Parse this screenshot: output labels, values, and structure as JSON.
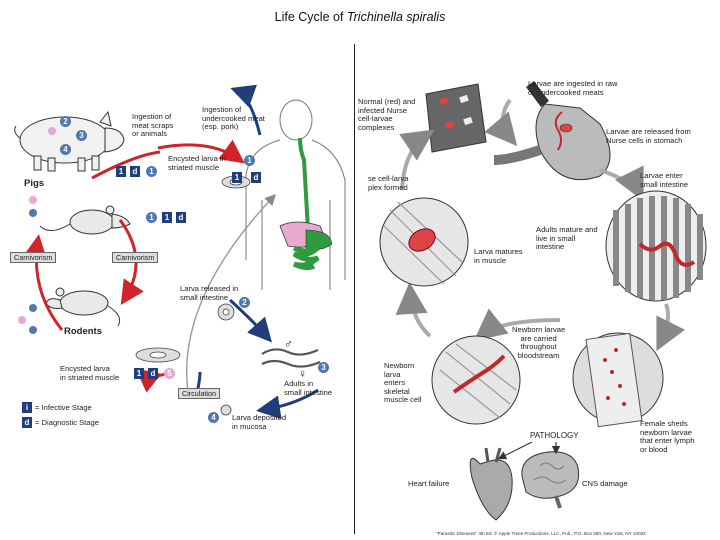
{
  "title": {
    "prefix": "Life Cycle of ",
    "species": "Trichinella spiralis"
  },
  "left": {
    "ingest_scraps": "Ingestion of\nmeat scraps\nor animals",
    "ingest_undercooked": "Ingestion of\nundercooked meat\n(esp. pork)",
    "encysted_top": "Encysted larva in\nstriated muscle",
    "pigs": "Pigs",
    "carnivorism_left": "Carnivorism",
    "carnivorism_right": "Carnivorism",
    "larva_released": "Larva released in\nsmall intestine",
    "rodents": "Rodents",
    "encysted_bottom": "Encysted larva\nin striated muscle",
    "circulation": "Circulation",
    "adults": "Adults in\nsmall intestine",
    "larva_deposited": "Larva deposited\nin mucosa",
    "legend_infective": "= Infective Stage",
    "legend_diagnostic": "= Diagnostic Stage",
    "stage_i": "i",
    "stage_d": "d",
    "male": "♂",
    "female": "♀",
    "n1": "1",
    "n2": "2",
    "n3": "3",
    "n4": "4",
    "n5": "5"
  },
  "right": {
    "normal_red": "Normal (red) and\ninfected Nurse\ncell-larvae\ncomplexes",
    "ingested_raw": "Larvae are ingested in raw\nor undercooked meats",
    "released_stomach": "Larvae are released from\nNurse cells in stomach",
    "nurse_formed": "se cell-larva\nplex formed",
    "enter_intestine": "Larvae enter\nsmall intestine",
    "adults_mature": "Adults mature and\nlive in small\nintestine",
    "larva_matures": "Larva matures\nin muscle",
    "newborn_carried": "Newborn larvae\nare carried\nthroughout\nbloodstream",
    "newborn_enters": "Newborn\nlarva\nenters\nskeletal\nmuscle cell",
    "pathology": "PATHOLOGY",
    "female_sheds": "Female sheds\nnewborn larvae\nthat enter lymph\nor blood",
    "heart_failure": "Heart failure",
    "cns_damage": "CNS damage",
    "credit": "\"Parasitic Diseases\" 4th Ed. © Apple Trees Productions, LLC, Pub., P.O. Box 280, New York, NY 10032"
  },
  "colors": {
    "stage_blue": "#4f77b0",
    "dark_blue": "#1f3e7a",
    "arrow_red": "#d0232a",
    "intestine_green": "#2f9a3e",
    "pink": "#e8a9d1",
    "larva_red": "#c0282c"
  }
}
